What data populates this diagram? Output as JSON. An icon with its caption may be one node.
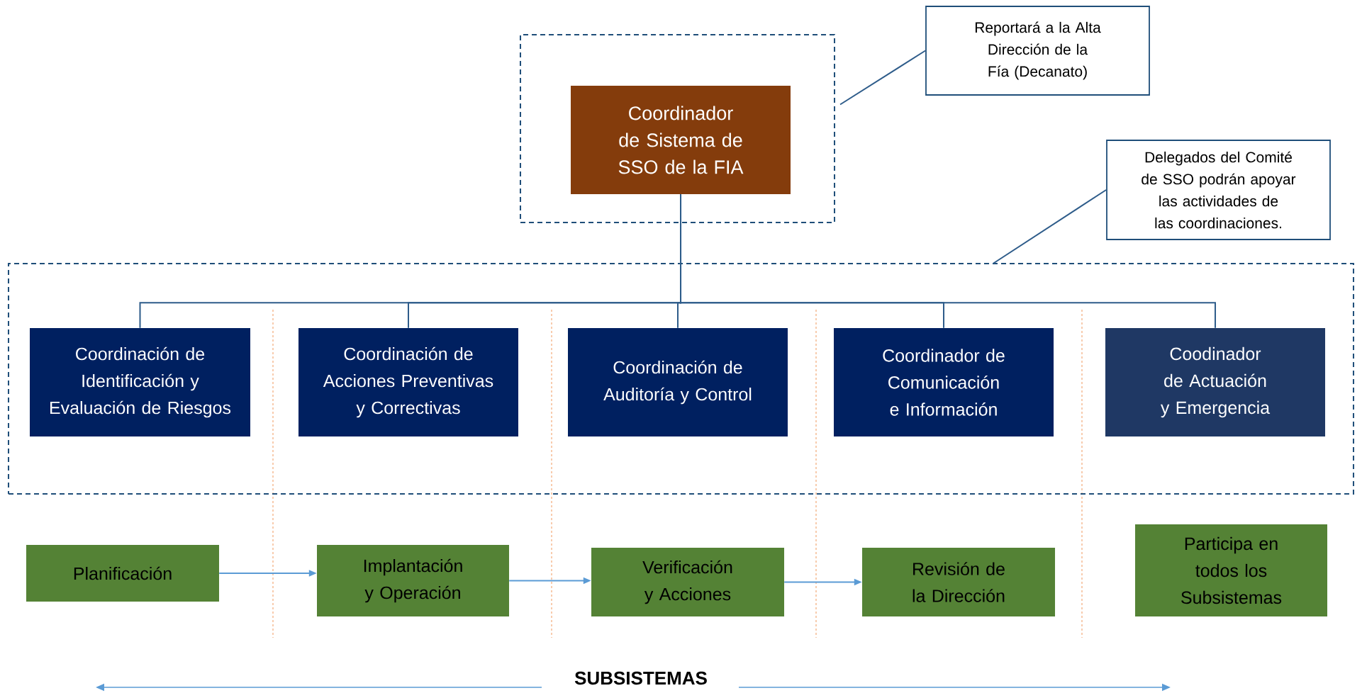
{
  "diagram": {
    "nodes": [
      {
        "text": [],
        "shape": "box"
      },
      {
        "text": [
          "Coordinador de Sistema de SSO de la FIA"
        ],
        "in": 0
      },
      {
        "text": [
          "Reportará a la Alta Dirección de la Fía (Decanato)"
        ]
      },
      {
        "text": [
          "Delegados del Comité de SSO podrán apoyar las actividades de las coordinaciones."
        ]
      },
      {
        "text": [],
        "shape": "box"
      },
      {
        "text": [
          "Coordinación de Identificación y Evaluación de Riesgos"
        ],
        "in": 4
      },
      {
        "text": [
          "Coordinación de Acciones Preventivas y Correctivas"
        ],
        "in": 4
      },
      {
        "text": [
          "Coordinación de Auditoría y Control"
        ],
        "in": 4
      },
      {
        "text": [
          "Coordinador de Comunicación e Información"
        ],
        "in": 4
      },
      {
        "text": [
          "Coodinador de Actuación y Emergencia"
        ],
        "in": 4
      },
      {
        "text": [
          "Planificación"
        ]
      },
      {
        "text": [
          "Implantación y Operación"
        ]
      },
      {
        "text": [
          "Verificación y Acciones"
        ]
      },
      {
        "text": [
          "Revisión de la Dirección"
        ]
      },
      {
        "text": [
          "Participa en todos los Subsistemas"
        ]
      }
    ],
    "edges": [
      {
        "from": 2,
        "to": 0,
        "arrow": "none"
      },
      {
        "from": 3,
        "to": 4,
        "arrow": "none"
      },
      {
        "from": 1,
        "to": 5,
        "arrow": "none"
      },
      {
        "from": 1,
        "to": 6,
        "arrow": "none"
      },
      {
        "from": 1,
        "to": 7,
        "arrow": "none"
      },
      {
        "from": 1,
        "to": 8,
        "arrow": "none"
      },
      {
        "from": 1,
        "to": 9,
        "arrow": "none"
      },
      {
        "from": 10,
        "to": 11,
        "arrow": "to",
        "color": "#5b9bd5"
      },
      {
        "from": 11,
        "to": 12,
        "arrow": "to",
        "color": "#5b9bd5"
      },
      {
        "from": 12,
        "to": 13,
        "arrow": "to",
        "color": "#5b9bd5"
      }
    ],
    "labels": [
      "SUBSISTEMAS"
    ]
  }
}
